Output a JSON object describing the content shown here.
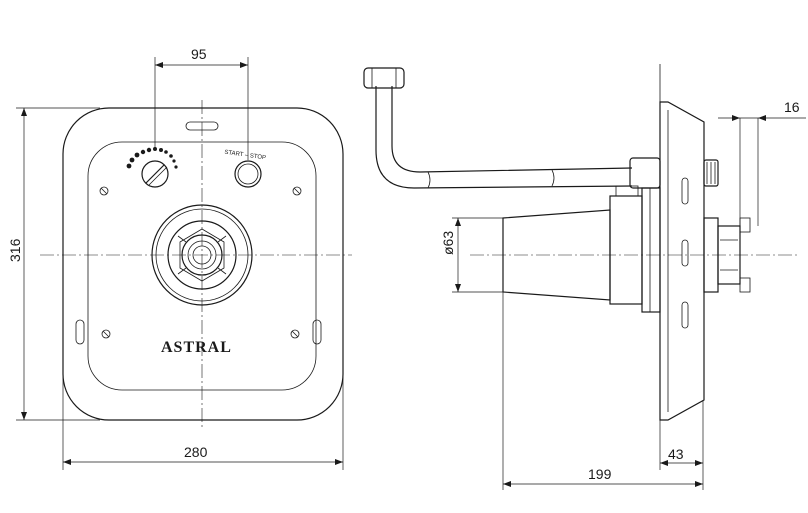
{
  "dimensions": {
    "width_top": "95",
    "height_left": "316",
    "width_bottom": "280",
    "diameter": "ø63",
    "depth_total": "199",
    "depth_flange": "43",
    "offset_right": "16"
  },
  "labels": {
    "brand": "ASTRAL",
    "start_stop": "START – STOP"
  }
}
